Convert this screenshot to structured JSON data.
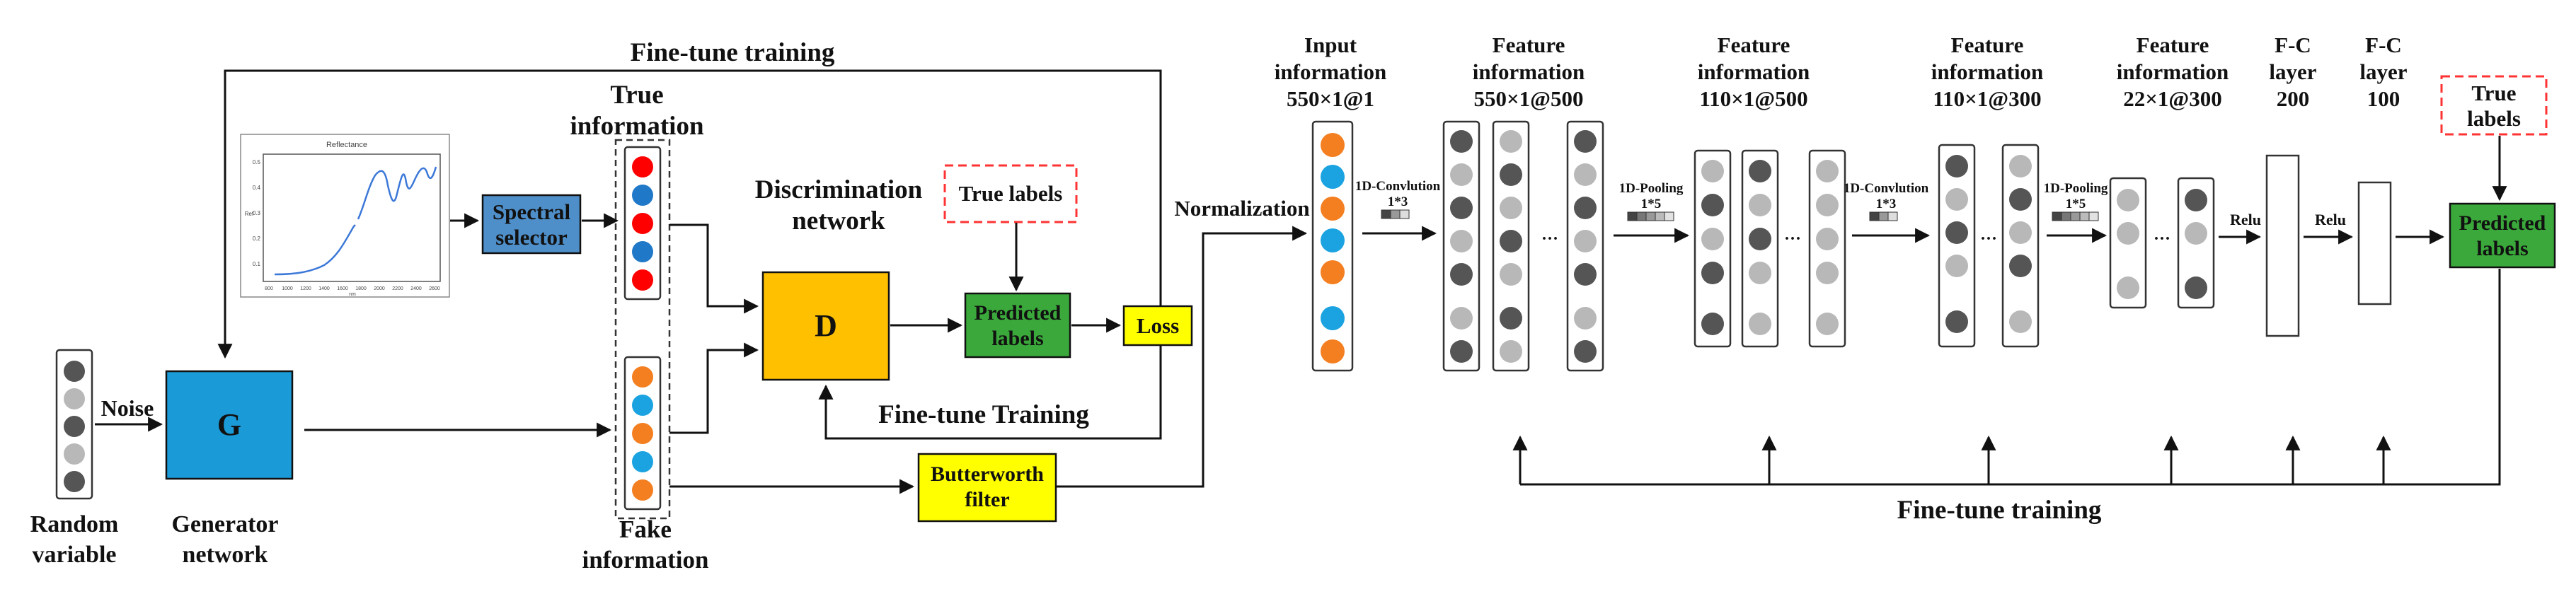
{
  "labels": {
    "fine_tune_top": "Fine-tune training",
    "fine_tune_mid": "Fine-tune Training",
    "fine_tune_bottom": "Fine-tune training",
    "random_var_1": "Random",
    "random_var_2": "variable",
    "noise": "Noise",
    "generator_box": "G",
    "generator_1": "Generator",
    "generator_2": "network",
    "spectral_1": "Spectral",
    "spectral_2": "selector",
    "true_info_1": "True",
    "true_info_2": "information",
    "fake_info_1": "Fake",
    "fake_info_2": "information",
    "discrimination_1": "Discrimination",
    "discrimination_2": "network",
    "d_box": "D",
    "true_labels_left": "True labels",
    "predicted_left_1": "Predicted",
    "predicted_left_2": "labels",
    "loss": "Loss",
    "butterworth_1": "Butterworth",
    "butterworth_2": "filter",
    "normalization": "Normalization",
    "conv1_1": "1D-Convlution",
    "conv1_2": "1*3",
    "pool1_1": "1D-Pooling",
    "pool1_2": "1*5",
    "conv2_1": "1D-Convlution",
    "conv2_2": "1*3",
    "pool2_1": "1D-Pooling",
    "pool2_2": "1*5",
    "relu_1": "Relu",
    "relu_2": "Relu",
    "true_labels_right_1": "True",
    "true_labels_right_2": "labels",
    "predicted_right_1": "Predicted",
    "predicted_right_2": "labels",
    "dots": "···"
  },
  "layers": [
    {
      "line1": "Input",
      "line2": "information",
      "line3": "550×1@1"
    },
    {
      "line1": "Feature",
      "line2": "information",
      "line3": "550×1@500"
    },
    {
      "line1": "Feature",
      "line2": "information",
      "line3": "110×1@500"
    },
    {
      "line1": "Feature",
      "line2": "information",
      "line3": "110×1@300"
    },
    {
      "line1": "Feature",
      "line2": "information",
      "line3": "22×1@300"
    },
    {
      "line1": "F-C",
      "line2": "layer",
      "line3": "200"
    },
    {
      "line1": "F-C",
      "line2": "layer",
      "line3": "100"
    }
  ],
  "spectrum_plot": {
    "title": "Reflectance",
    "x_ticks": [
      "800",
      "1000",
      "1200",
      "1400",
      "1600",
      "1800",
      "2000",
      "2200",
      "2400",
      "2600"
    ],
    "y_ticks": [
      "0.5",
      "0.4",
      "0.3",
      "0.2",
      "0.1"
    ],
    "x_label": "nm",
    "y_label": "Ref"
  },
  "colors": {
    "generator": "#1a9bd7",
    "d_box": "#ffc000",
    "spectral": "#4f8fc9",
    "green": "#3aa83a",
    "yellow": "#ffff00",
    "red_dash": "#ff3333",
    "node_red": "#ff0000",
    "node_blue": "#1f78c8",
    "node_orange": "#f47f20",
    "node_sky": "#1aa3e0",
    "node_dark": "#555555",
    "node_light": "#b8b8b8"
  }
}
